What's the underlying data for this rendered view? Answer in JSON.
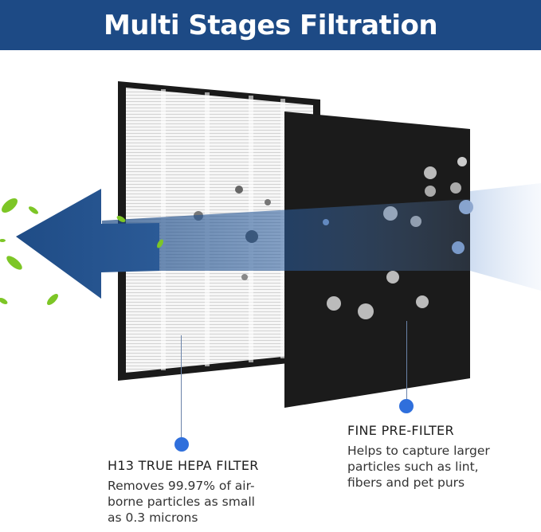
{
  "header": {
    "title": "Multi Stages Filtration",
    "background_color": "#1d4a85"
  },
  "illustration": {
    "airflow_arrow": "left-arrow-icon",
    "leaves": "leaf-icon",
    "particles": "virus-particle-icon"
  },
  "filters": [
    {
      "title": "H13 TRUE HEPA FILTER",
      "description_lines": [
        "Removes 99.97% of air-",
        "borne particles as small",
        "as 0.3 microns"
      ]
    },
    {
      "title": "FINE PRE-FILTER",
      "description_lines": [
        "Helps to capture larger",
        "particles such as lint,",
        "fibers and pet purs"
      ]
    }
  ],
  "colors": {
    "accent_dot": "#2f6fdc",
    "arrow": "#1f4c86",
    "prefilter": "#1b1b1b"
  }
}
